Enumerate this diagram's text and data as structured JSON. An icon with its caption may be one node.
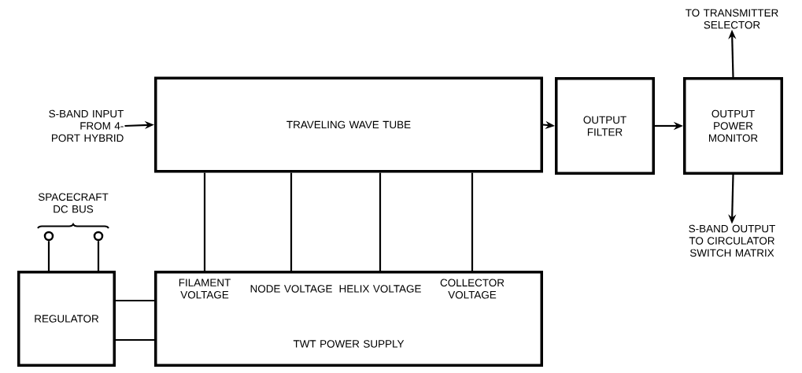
{
  "diagram": {
    "nodes": [
      {
        "text": [
          "S-BAND INPUT FROM 4-PORT HYBRID"
        ]
      },
      {
        "text": [
          "TRAVELING WAVE TUBE"
        ]
      },
      {
        "text": [
          "OUTPUT FILTER"
        ]
      },
      {
        "text": [
          "OUTPUT POWER MONITOR"
        ]
      },
      {
        "text": [
          "TO TRANSMITTER SELECTOR"
        ]
      },
      {
        "text": [
          "S-BAND OUTPUT TO CIRCULATOR SWITCH MATRIX"
        ]
      },
      {
        "text": [
          "SPACECRAFT DC BUS"
        ]
      },
      {
        "text": [],
        "shape": "circle"
      },
      {
        "text": [],
        "shape": "circle"
      },
      {
        "text": [
          "REGULATOR"
        ]
      },
      {
        "text": [
          "FILAMENT VOLTAGE",
          "NODE VOLTAGE",
          "HELIX VOLTAGE",
          "COLLECTOR VOLTAGE",
          "TWT POWER SUPPLY"
        ]
      }
    ],
    "edges": [
      {
        "from": 0,
        "to": 1,
        "arrow": "to"
      },
      {
        "from": 1,
        "to": 2,
        "arrow": "to"
      },
      {
        "from": 2,
        "to": 3,
        "arrow": "to"
      },
      {
        "from": 3,
        "to": 4,
        "arrow": "to"
      },
      {
        "from": 3,
        "to": 5,
        "arrow": "to"
      },
      {
        "from": 1,
        "to": 10,
        "arrow": "none"
      },
      {
        "from": 1,
        "to": 10,
        "arrow": "none"
      },
      {
        "from": 1,
        "to": 10,
        "arrow": "none"
      },
      {
        "from": 1,
        "to": 10,
        "arrow": "none"
      },
      {
        "from": 7,
        "to": 9,
        "arrow": "none"
      },
      {
        "from": 8,
        "to": 9,
        "arrow": "none"
      },
      {
        "from": 9,
        "to": 10,
        "arrow": "none"
      },
      {
        "from": 9,
        "to": 10,
        "arrow": "none"
      }
    ]
  }
}
